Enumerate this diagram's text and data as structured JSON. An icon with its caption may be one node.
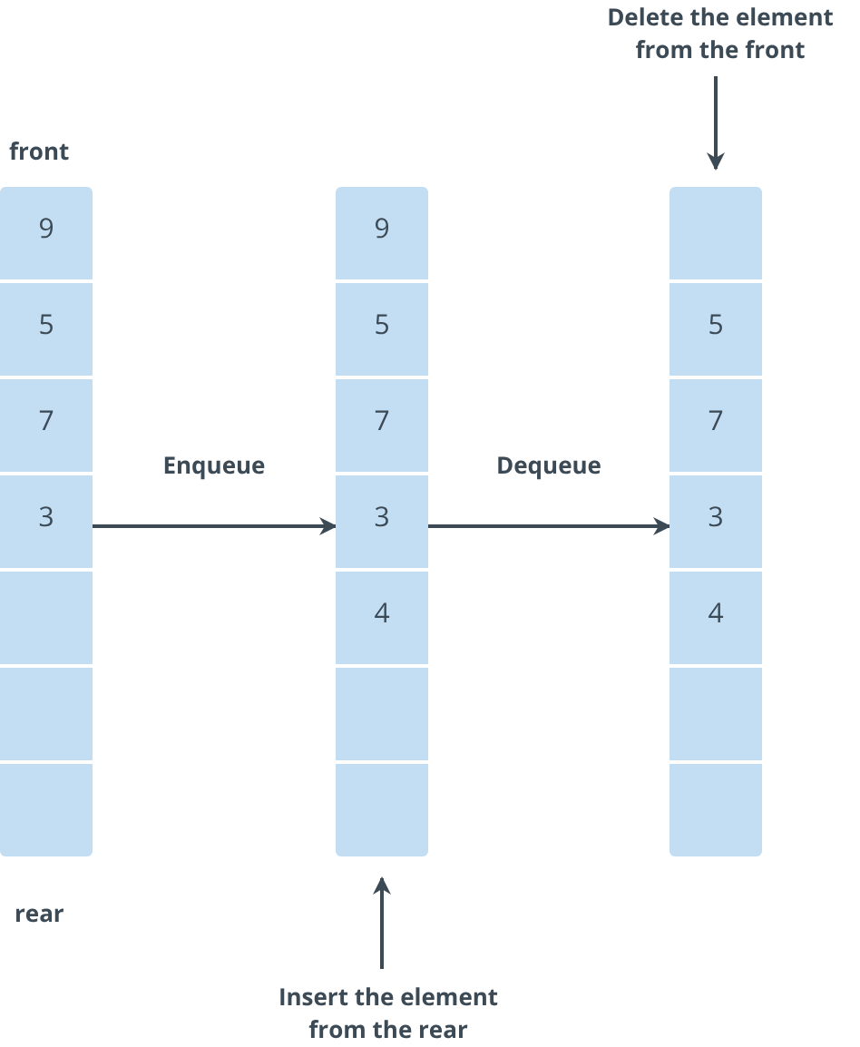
{
  "diagram": {
    "nodes": [
      {
        "text": [],
        "shape": "bar"
      },
      {
        "text": [
          "9"
        ],
        "in": 0
      },
      {
        "text": [
          "5"
        ],
        "in": 0
      },
      {
        "text": [
          "7"
        ],
        "in": 0
      },
      {
        "text": [
          "3"
        ],
        "in": 0
      },
      {
        "text": [],
        "shape": "box",
        "in": 0
      },
      {
        "text": [],
        "shape": "box",
        "in": 0
      },
      {
        "text": [],
        "shape": "box",
        "in": 0
      },
      {
        "text": [],
        "shape": "bar"
      },
      {
        "text": [
          "9"
        ],
        "in": 8
      },
      {
        "text": [
          "5"
        ],
        "in": 8
      },
      {
        "text": [
          "7"
        ],
        "in": 8
      },
      {
        "text": [
          "3"
        ],
        "in": 8
      },
      {
        "text": [
          "4"
        ],
        "in": 8
      },
      {
        "text": [],
        "shape": "box",
        "in": 8
      },
      {
        "text": [],
        "shape": "box",
        "in": 8
      },
      {
        "text": [],
        "shape": "bar"
      },
      {
        "text": [],
        "shape": "box",
        "in": 16
      },
      {
        "text": [
          "5"
        ],
        "in": 16
      },
      {
        "text": [
          "7"
        ],
        "in": 16
      },
      {
        "text": [
          "3"
        ],
        "in": 16
      },
      {
        "text": [
          "4"
        ],
        "in": 16
      },
      {
        "text": [],
        "shape": "box",
        "in": 16
      },
      {
        "text": [],
        "shape": "box",
        "in": 16
      },
      {
        "text": [
          "Delete the element from the front"
        ]
      },
      {
        "text": [
          "Insert the element from the rear"
        ]
      }
    ],
    "edges": [
      {
        "from": 0,
        "to": 8,
        "arrow": "to",
        "label": "Enqueue"
      },
      {
        "from": 8,
        "to": 16,
        "arrow": "to",
        "label": "Dequeue"
      },
      {
        "from": 24,
        "to": 17,
        "arrow": "to"
      },
      {
        "from": 25,
        "to": 15,
        "arrow": "to"
      }
    ],
    "labels": [
      "front",
      "rear"
    ]
  }
}
